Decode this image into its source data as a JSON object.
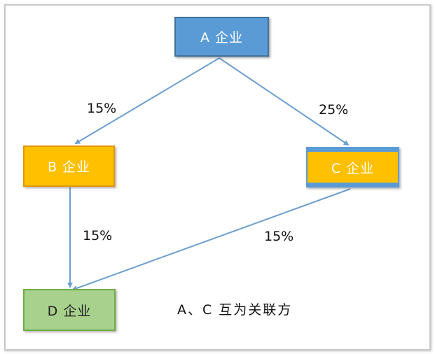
{
  "diagram": {
    "nodes": {
      "a": {
        "label": "A 企业"
      },
      "b": {
        "label": "B 企业"
      },
      "c": {
        "label": "C 企业"
      },
      "d": {
        "label": "D 企业"
      }
    },
    "edges": {
      "a_to_b": {
        "label": "15%"
      },
      "a_to_c": {
        "label": "25%"
      },
      "b_to_d": {
        "label": "15%"
      },
      "c_to_d": {
        "label": "15%"
      }
    },
    "note": "A、C 互为关联方"
  },
  "colors": {
    "node_a_fill": "#5b9bd5",
    "node_b_fill": "#ffc000",
    "node_c_fill": "#ffc000",
    "node_c_band": "#5b9bd5",
    "node_d_fill": "#a9d18e",
    "arrow": "#6d9fcf"
  }
}
